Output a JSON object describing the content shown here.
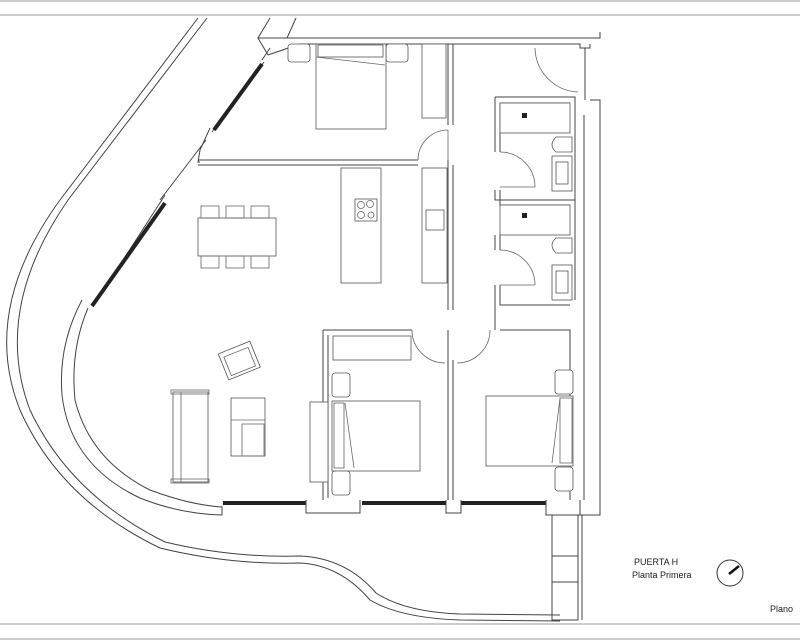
{
  "plan": {
    "door_label": "PUERTA H",
    "floor_label": "Planta Primera",
    "sheet_label": "Plano"
  },
  "rooms": [
    {
      "name": "bedroom-1",
      "furniture": [
        "double-bed",
        "nightstand",
        "nightstand",
        "wardrobe"
      ]
    },
    {
      "name": "bathroom-1",
      "furniture": [
        "shower",
        "toilet",
        "sink"
      ]
    },
    {
      "name": "bathroom-2",
      "furniture": [
        "shower",
        "toilet",
        "sink"
      ]
    },
    {
      "name": "living-dining-kitchen",
      "furniture": [
        "dining-table",
        "chairs-6",
        "kitchen-island-cooktop",
        "kitchen-counter-sink",
        "sofa",
        "armchair",
        "armchair"
      ]
    },
    {
      "name": "bedroom-2",
      "furniture": [
        "double-bed",
        "nightstand",
        "nightstand",
        "wardrobe",
        "desk"
      ]
    },
    {
      "name": "bedroom-3",
      "furniture": [
        "double-bed",
        "nightstand",
        "nightstand",
        "wardrobe"
      ]
    }
  ],
  "colors": {
    "line": "#444444",
    "window": "#222222",
    "frame": "#bbbbbb",
    "background": "#ffffff"
  },
  "icons": {
    "compass": "north-arrow-icon"
  }
}
